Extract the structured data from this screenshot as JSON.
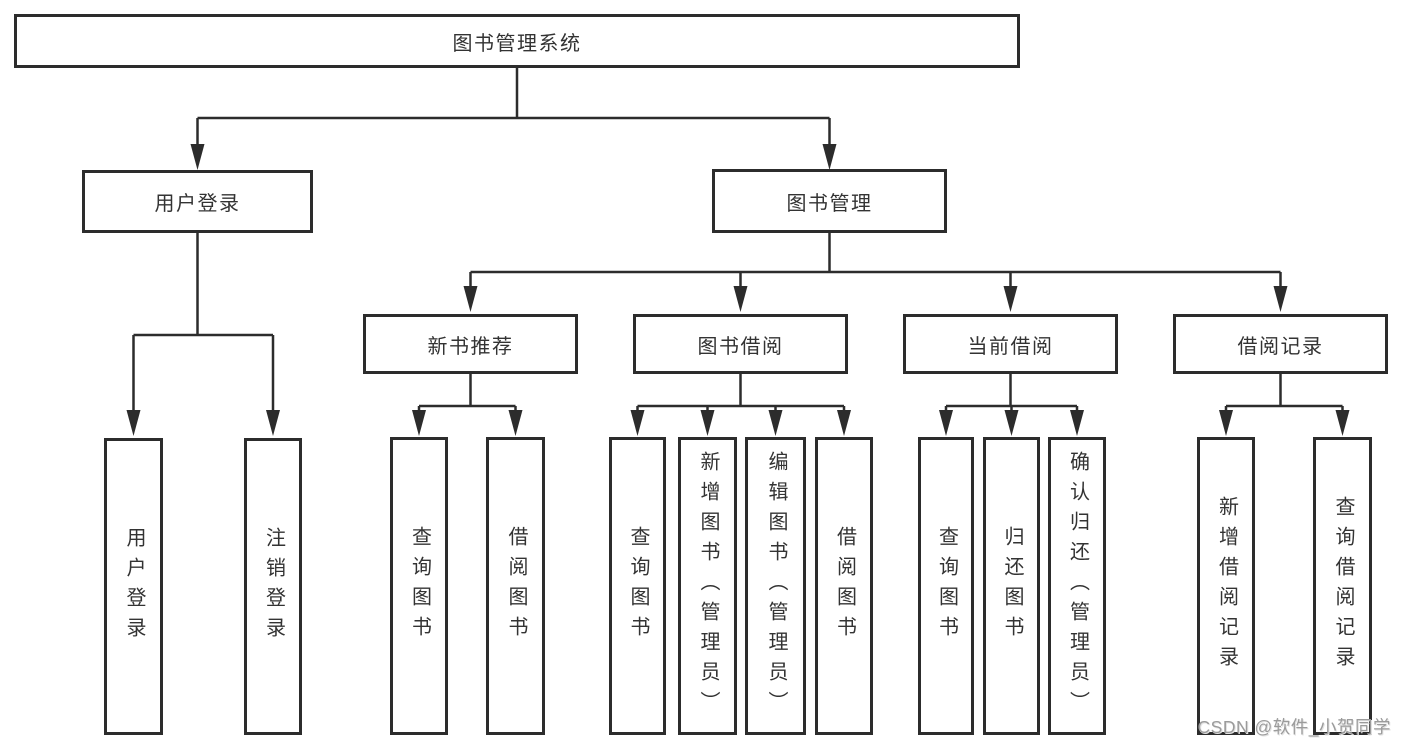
{
  "diagram_type": "hierarchy-tree",
  "tree": {
    "label": "图书管理系统",
    "children": [
      {
        "label": "用户登录",
        "children": [
          {
            "label": "用户登录"
          },
          {
            "label": "注销登录"
          }
        ]
      },
      {
        "label": "图书管理",
        "children": [
          {
            "label": "新书推荐",
            "children": [
              {
                "label": "查询图书"
              },
              {
                "label": "借阅图书"
              }
            ]
          },
          {
            "label": "图书借阅",
            "children": [
              {
                "label": "查询图书"
              },
              {
                "label": "新增图书（管理员）"
              },
              {
                "label": "编辑图书（管理员）"
              },
              {
                "label": "借阅图书"
              }
            ]
          },
          {
            "label": "当前借阅",
            "children": [
              {
                "label": "查询图书"
              },
              {
                "label": "归还图书"
              },
              {
                "label": "确认归还（管理员）"
              }
            ]
          },
          {
            "label": "借阅记录",
            "children": [
              {
                "label": "新增借阅记录"
              },
              {
                "label": "查询借阅记录"
              }
            ]
          }
        ]
      }
    ]
  },
  "watermark": {
    "text": "CSDN @软件_小贺同学"
  },
  "colors": {
    "line": "#2c2c2c",
    "box_border": "#2c2c2c",
    "text": "#333333",
    "watermark": "#9b9b9b",
    "background": "#ffffff"
  }
}
